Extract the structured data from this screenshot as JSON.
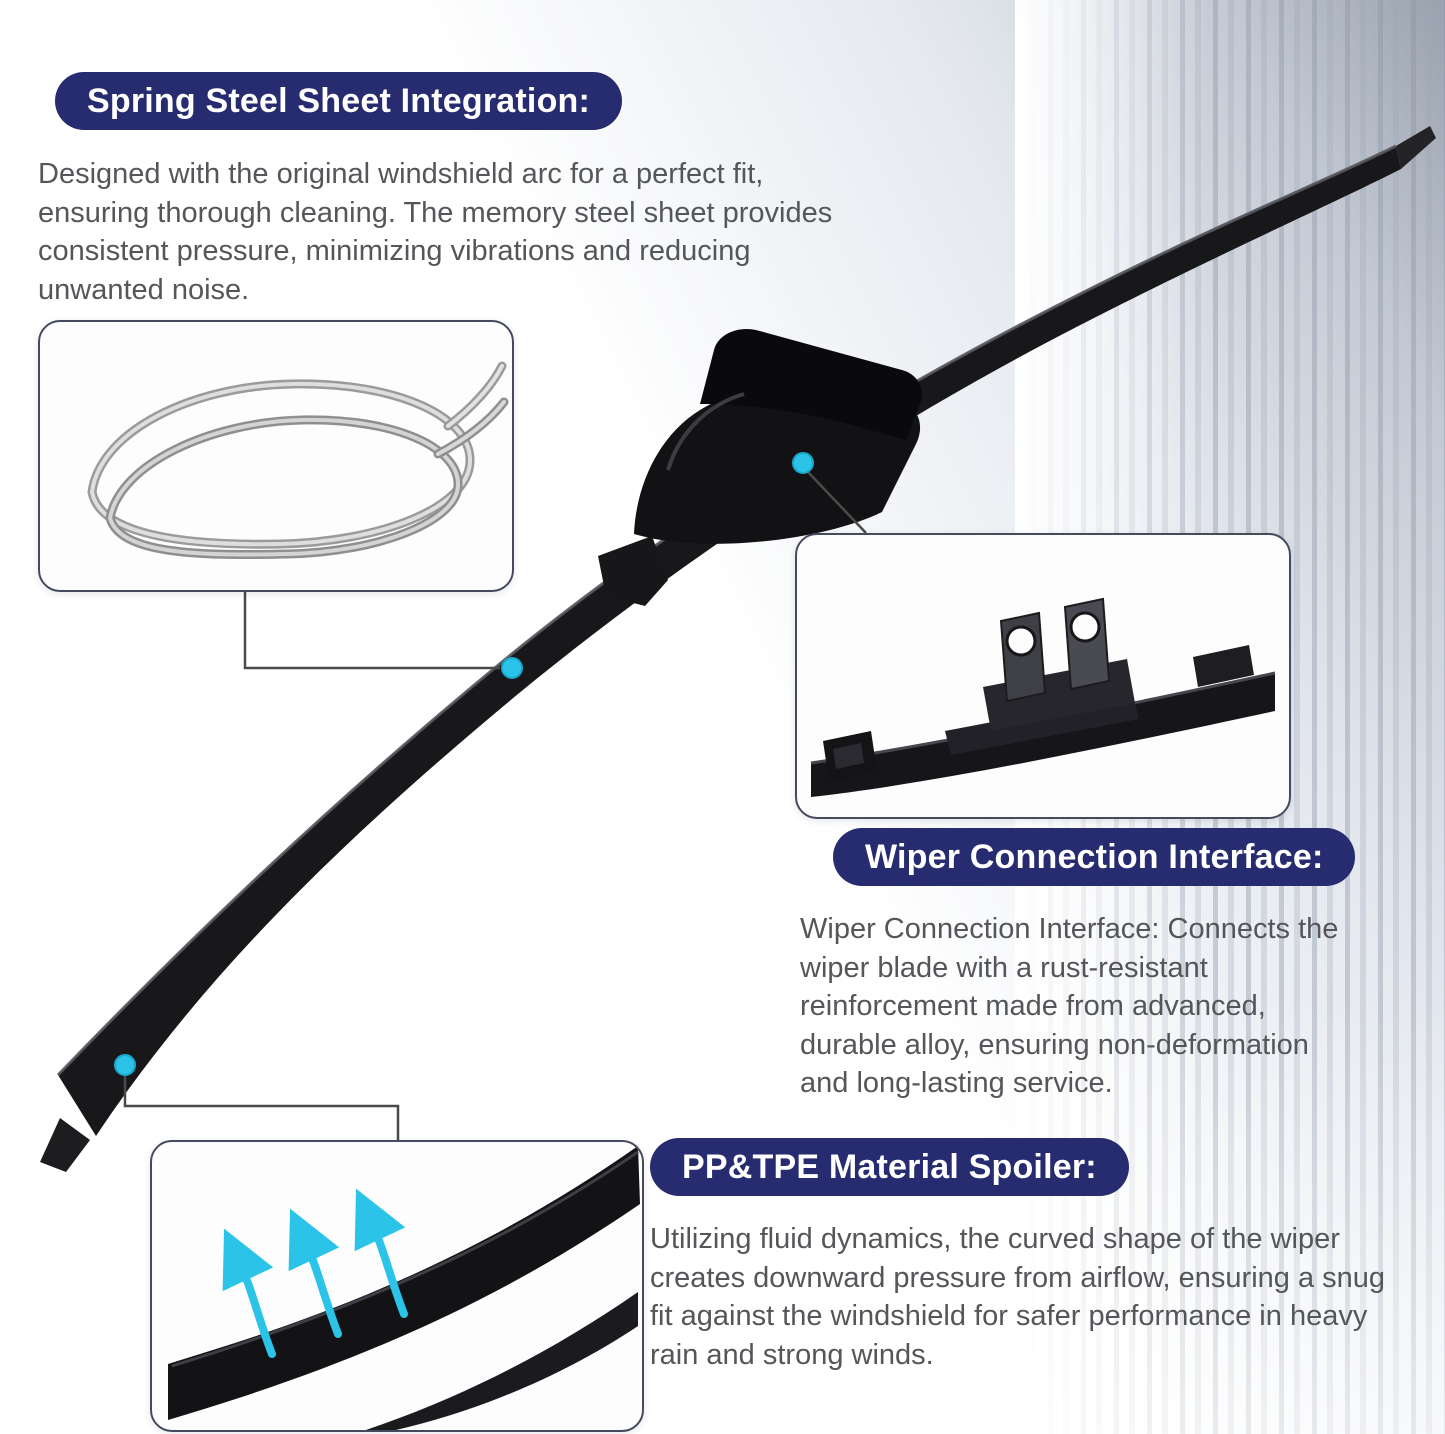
{
  "colors": {
    "pill_background": "#272b6f",
    "pill_text": "#ffffff",
    "body_text": "#55565a",
    "accent_cyan": "#2bc4e8",
    "box_border": "#454a5e",
    "blade_black": "#18181b"
  },
  "sections": {
    "spring_steel": {
      "title": "Spring Steel Sheet Integration:",
      "body": "Designed with the original windshield arc for a perfect fit, ensuring thorough cleaning. The memory steel sheet provides consistent pressure, minimizing vibrations and reducing unwanted noise."
    },
    "connection_interface": {
      "title": "Wiper Connection Interface:",
      "body": "Wiper Connection Interface: Connects the wiper blade with a rust-resistant reinforcement made from advanced, durable alloy, ensuring non-deformation and long-lasting service."
    },
    "spoiler": {
      "title": "PP&TPE Material Spoiler:",
      "body": "Utilizing fluid dynamics, the curved shape of the wiper creates downward pressure from airflow, ensuring a snug fit against the windshield for safer performance in heavy rain and strong winds."
    }
  },
  "graphics": {
    "product": "beam-wiper-blade-photo",
    "inset_spring_steel": "spring-steel-sheets-closeup",
    "inset_connection": "connection-interface-closeup",
    "inset_spoiler": "spoiler-airflow-closeup"
  }
}
